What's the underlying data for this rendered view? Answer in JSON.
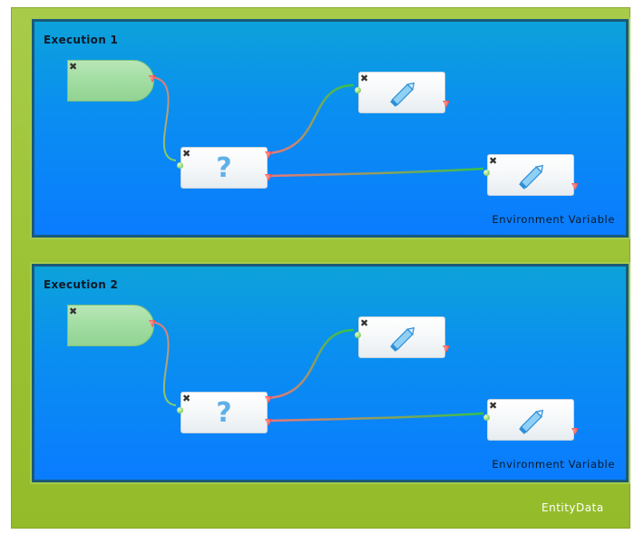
{
  "diagram": {
    "container_label": "EntityData",
    "sections": [
      {
        "title": "Execution 1",
        "footer_label": "Environment Variable",
        "nodes": {
          "start": "start",
          "decision": "?",
          "action_top": "edit",
          "action_bottom": "edit"
        }
      },
      {
        "title": "Execution 2",
        "footer_label": "Environment Variable",
        "nodes": {
          "start": "start",
          "decision": "?",
          "action_top": "edit",
          "action_bottom": "edit"
        }
      }
    ]
  },
  "icons": {
    "tool": "wrench-icon",
    "decision": "question-mark-icon",
    "action": "pencil-icon"
  },
  "colors": {
    "outer_bg": "#9bc233",
    "canvas_top": "#0da2da",
    "canvas_bottom": "#0a7cff",
    "start_node": "#a3dea3",
    "wire_red": "#e06a6a",
    "wire_green": "#3cc34a"
  }
}
